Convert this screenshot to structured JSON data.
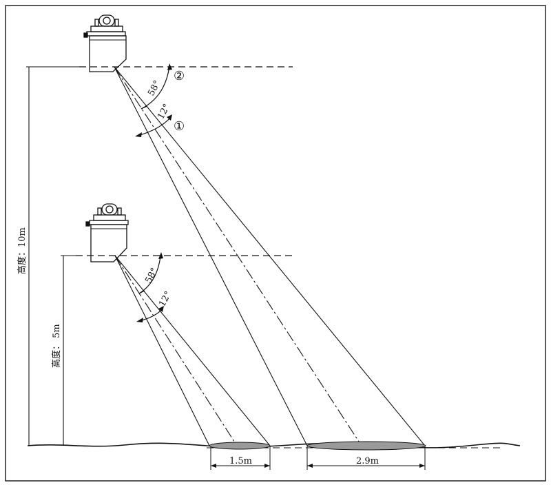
{
  "diagram": {
    "markers": {
      "one": "①",
      "two": "②"
    },
    "upper": {
      "height_label": "高度：10m",
      "angle_wide": "58°",
      "angle_narrow": "12°",
      "spot_width": "2.9m"
    },
    "lower": {
      "height_label": "高度： 5m",
      "angle_wide": "58°",
      "angle_narrow": "12°",
      "spot_width": "1.5m"
    }
  }
}
